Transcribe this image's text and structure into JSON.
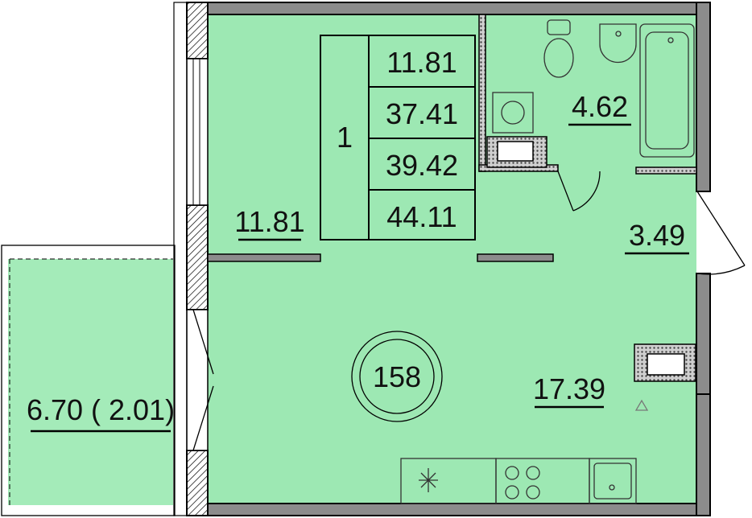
{
  "plan": {
    "apartment_number": "158",
    "rooms_count": "1",
    "area_table": [
      "11.81",
      "37.41",
      "39.42",
      "44.11"
    ],
    "rooms": {
      "bedroom_area": "11.81",
      "bathroom_area": "4.62",
      "hallway_area": "3.49",
      "living_kitchen_area": "17.39",
      "balcony_area": "6.70 ( 2.01)"
    }
  },
  "colors": {
    "floor": "#9de8b3",
    "wall": "#8c8c8c",
    "wall_outline": "#000000",
    "balcony_floor": "#a4ebb9"
  }
}
